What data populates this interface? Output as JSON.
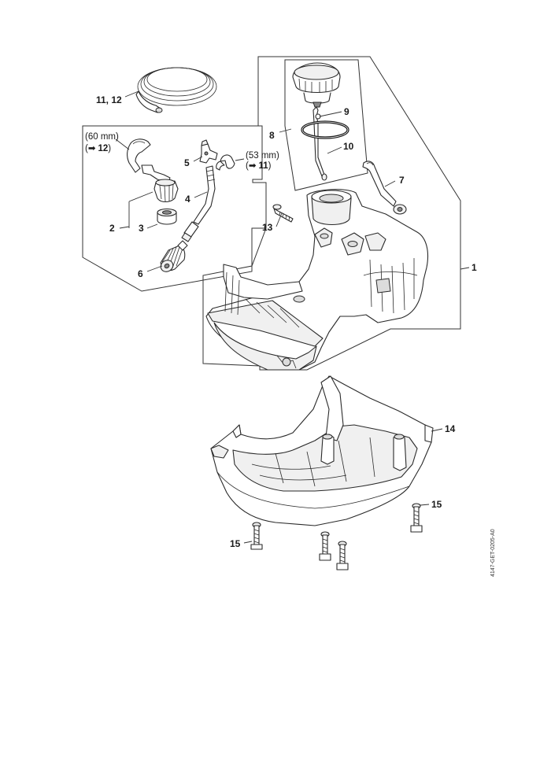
{
  "callouts": {
    "c11_12": "11, 12",
    "c8": "8",
    "c9": "9",
    "c10": "10",
    "c5": "5",
    "c4": "4",
    "c7": "7",
    "c2": "2",
    "c3": "3",
    "c13": "13",
    "c6": "6",
    "c1": "1",
    "c14": "14",
    "c15a": "15",
    "c15b": "15"
  },
  "notes": {
    "length_60": "(60 mm)",
    "ref_12_arrow": "(➡",
    "ref_12_num": "12",
    "ref_12_close": ")",
    "length_53": "(53 mm)",
    "ref_11_arrow": "(➡",
    "ref_11_num": "11",
    "ref_11_close": ")"
  },
  "figure_code": "4147-GET-0205-A0"
}
